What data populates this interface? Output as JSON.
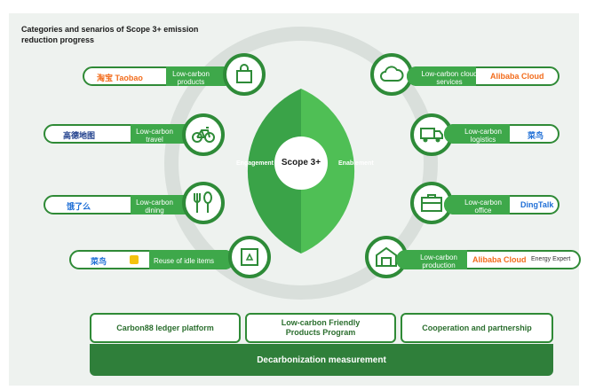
{
  "title": "Categories and senarios of Scope 3+ emission reduction progress",
  "center": {
    "label": "Scope 3+",
    "left": "Engagement",
    "right": "Enablement"
  },
  "left_items": [
    {
      "label": "Low-carbon products",
      "brand": "淘宝 Taobao",
      "icon": "shopping-bag-icon"
    },
    {
      "label": "Low-carbon travel",
      "brand": "高德地图",
      "icon": "bicycle-icon"
    },
    {
      "label": "Low-carbon dining",
      "brand": "饿了么",
      "icon": "fork-spoon-icon"
    },
    {
      "label": "Reuse of idle items",
      "brand": "菜鸟",
      "icon": "recycle-box-icon"
    }
  ],
  "right_items": [
    {
      "label": "Low-carbon cloud services",
      "brand": "Alibaba Cloud",
      "icon": "cloud-icon"
    },
    {
      "label": "Low-carbon logistics",
      "brand": "菜鸟",
      "icon": "truck-icon"
    },
    {
      "label": "Low-carbon office",
      "brand": "DingTalk",
      "icon": "briefcase-icon"
    },
    {
      "label": "Low-carbon production",
      "brand": "Alibaba Cloud",
      "brand_extra": "Energy Expert",
      "icon": "factory-icon"
    }
  ],
  "bottom": {
    "boxes": [
      "Carbon88 ledger platform",
      "Low-carbon Friendly Products Program",
      "Cooperation and partnership"
    ],
    "measurement": "Decarbonization measurement"
  },
  "colors": {
    "green_dark": "#2e8b38",
    "green_mid": "#3ea84a",
    "green_light": "#4bb84f",
    "orange": "#f26c1c",
    "blue": "#1f6fd6",
    "ring": "#d9dfdb"
  }
}
